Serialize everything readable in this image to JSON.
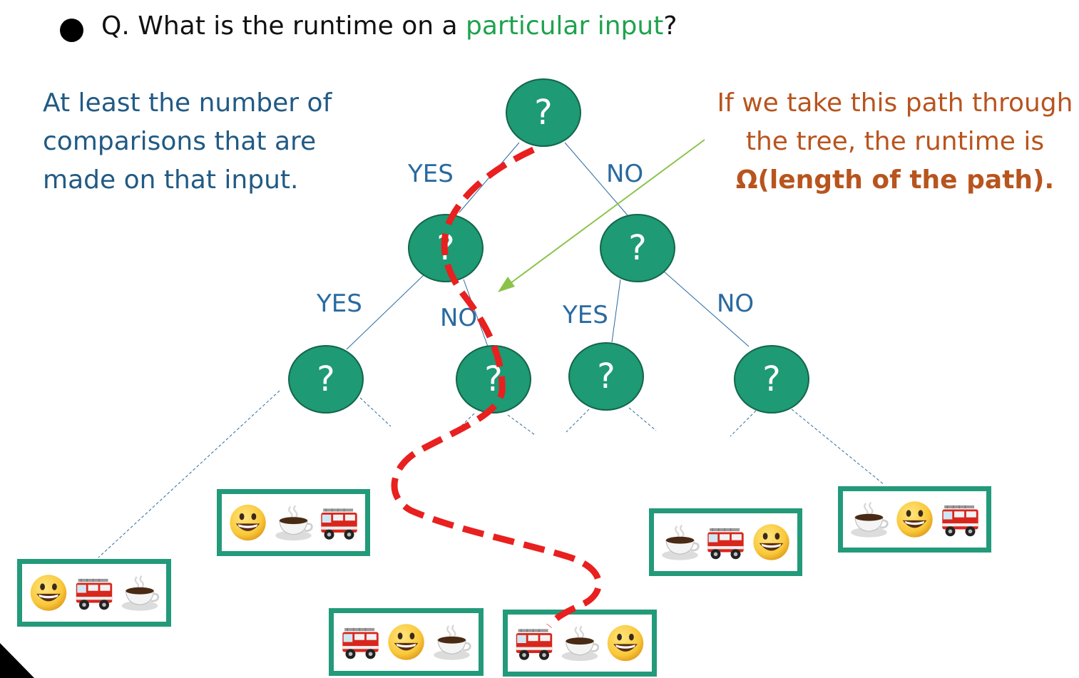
{
  "question": {
    "prefix": "Q. What is the runtime on a ",
    "highlight": "particular input",
    "suffix": "?"
  },
  "left_note": "At least the number of comparisons that are made on that input.",
  "right_note": {
    "line1": "If we take this path through the tree, the runtime is",
    "line2": "Ω(length of the path)."
  },
  "nodes": {
    "root": "?",
    "l1_left": "?",
    "l1_right": "?",
    "l2_ll": "?",
    "l2_lr": "?",
    "l2_rl": "?",
    "l2_rr": "?"
  },
  "edge_labels": {
    "root_yes": "YES",
    "root_no": "NO",
    "left_yes": "YES",
    "left_no": "NO",
    "right_yes": "YES",
    "right_no": "NO"
  },
  "leaves": [
    {
      "items": [
        "smiley",
        "truck",
        "coffee"
      ]
    },
    {
      "items": [
        "smiley",
        "coffee",
        "truck"
      ]
    },
    {
      "items": [
        "truck",
        "smiley",
        "coffee"
      ]
    },
    {
      "items": [
        "truck",
        "coffee",
        "smiley"
      ]
    },
    {
      "items": [
        "coffee",
        "truck",
        "smiley"
      ]
    },
    {
      "items": [
        "coffee",
        "smiley",
        "truck"
      ]
    }
  ],
  "colors": {
    "node_fill": "#1e9a74",
    "leaf_border": "#239a7a",
    "path": "#e8201f",
    "arrow": "#8bc34a",
    "question_highlight": "#1fa24e",
    "left_note": "#215a84",
    "right_note": "#b8541e"
  }
}
